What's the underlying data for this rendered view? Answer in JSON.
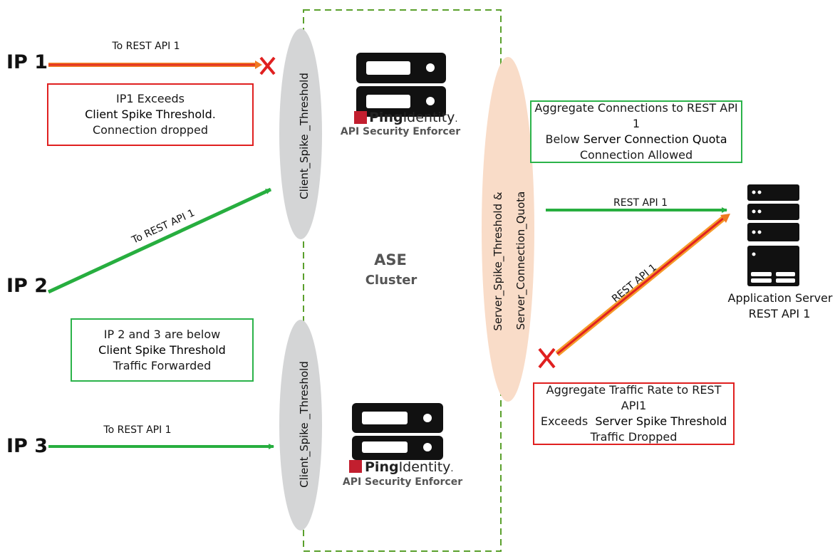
{
  "colors": {
    "red": "#e02020",
    "green": "#27ae3f",
    "orange": "#f07a20",
    "cluster_border": "#5aa02c",
    "client_ellipse": "#d4d5d6",
    "server_ellipse": "#f9dcc8",
    "ping_red": "#c21f2f"
  },
  "sources": [
    {
      "label": "IP 1",
      "arrow_label": "To REST API 1"
    },
    {
      "label": "IP 2",
      "arrow_label": "To REST API 1"
    },
    {
      "label": "IP 3",
      "arrow_label": "To REST API 1"
    }
  ],
  "ellipses": {
    "client_top": "Client_Spike _Threshold",
    "client_bottom": "Client_Spike _Threshold",
    "server_line1": "Server_Spike_Threshold &",
    "server_line2": "Server_Connection_Quota"
  },
  "cluster": {
    "line1": "ASE",
    "line2": "Cluster"
  },
  "enforcers": [
    {
      "brand_bold": "Ping",
      "brand_rest": "Identity",
      "brand_mark": ".",
      "caption": "API Security Enforcer"
    },
    {
      "brand_bold": "Ping",
      "brand_rest": "Identity",
      "brand_mark": ".",
      "caption": "API Security Enforcer"
    }
  ],
  "notes": {
    "ip1": {
      "line1": "IP1 Exceeds",
      "line2": "Client Spike Threshold",
      "line2_suffix": ".",
      "line3": "Connection dropped"
    },
    "ip23": {
      "line1": "IP 2 and 3 are below",
      "line2": "Client Spike Threshold",
      "line3": "Traffic Forwarded"
    },
    "quota": {
      "line1": "Aggregate Connections to REST API 1",
      "line2_prefix": "Below ",
      "line2_strong": "Server Connection Quota",
      "line3": "Connection Allowed"
    },
    "spike": {
      "line1": "Aggregate Traffic Rate to REST API1",
      "line2_prefix": "Exceeds  ",
      "line2_strong": "Server Spike Threshold",
      "line3": "Traffic Dropped"
    }
  },
  "server_arrows": {
    "green_label": "REST API 1",
    "red_label": "REST API 1"
  },
  "app_server": {
    "line1": "Application Server",
    "line2": "REST API 1"
  },
  "icons": {
    "blocked": "x-mark-icon",
    "server": "server-rack-icon",
    "enforcer": "server-appliance-icon"
  }
}
